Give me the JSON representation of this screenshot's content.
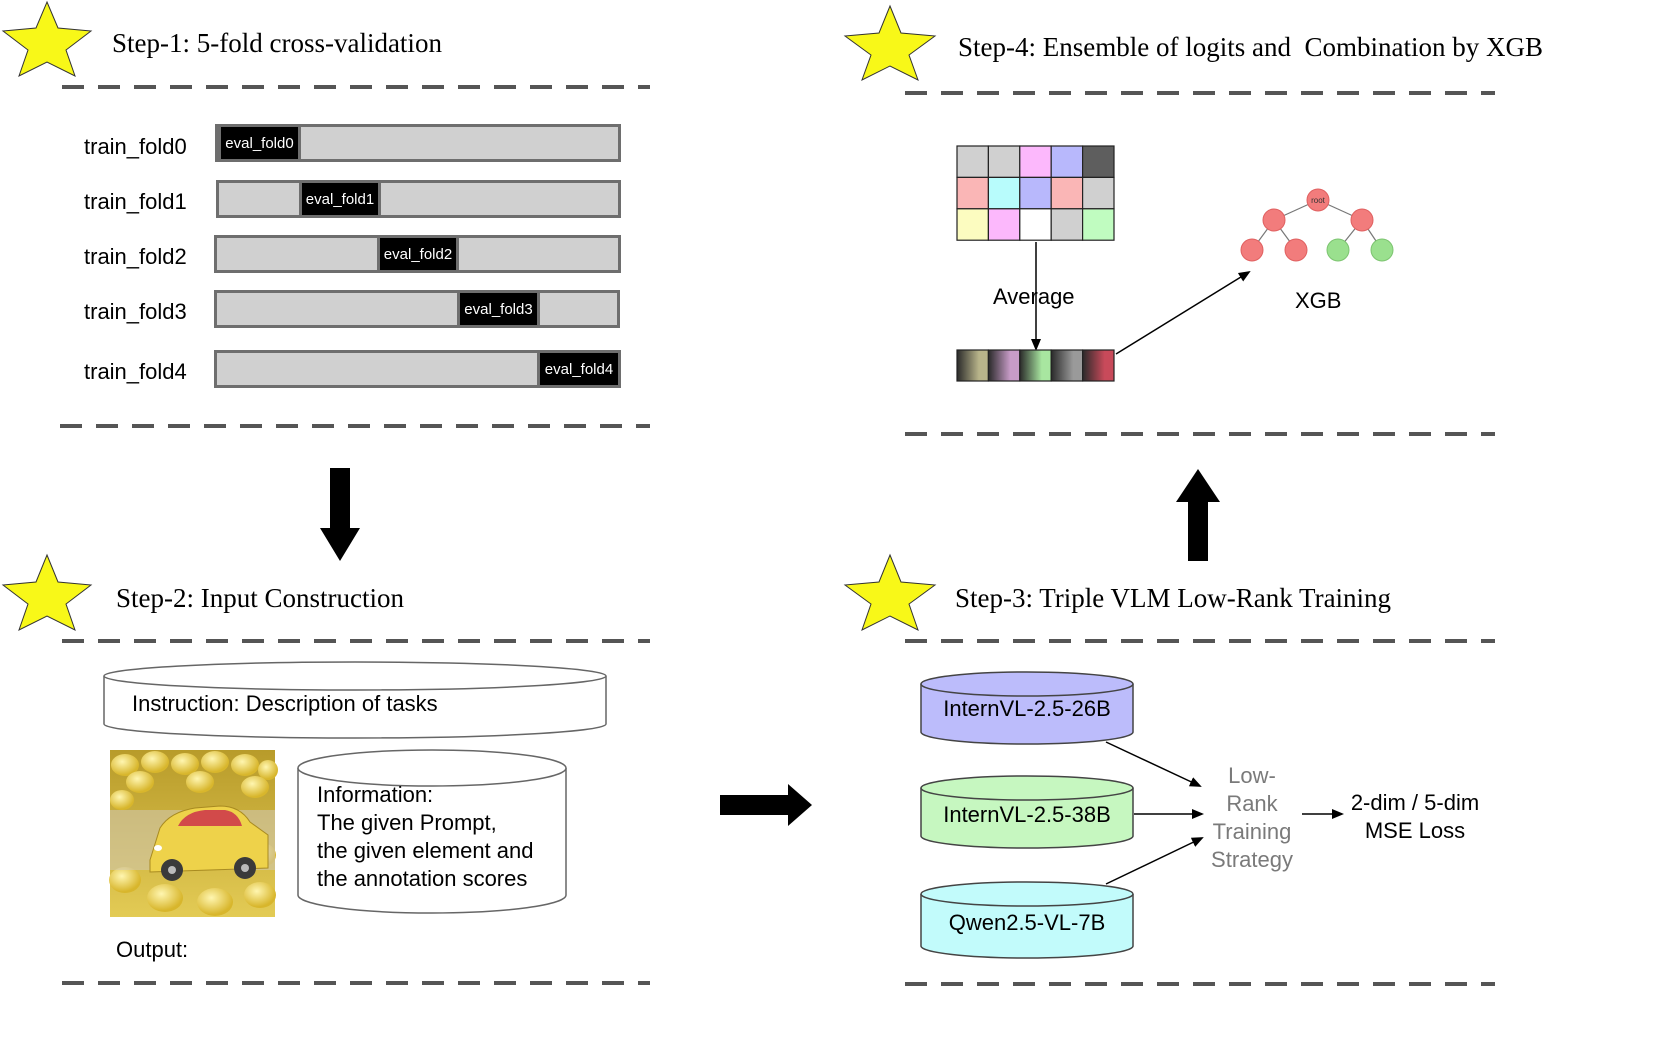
{
  "steps": {
    "step1": {
      "prefix": "Step-1:",
      "title": "5-fold cross-validation"
    },
    "step2": {
      "prefix": "Step-2:",
      "title": "Input Construction"
    },
    "step3": {
      "prefix": "Step-3:",
      "title": "Triple VLM Low-Rank Training"
    },
    "step4": {
      "prefix": "Step-4:",
      "title": "Ensemble of logits and  Combination by XGB"
    }
  },
  "folds": [
    {
      "train": "train_fold0",
      "eval": "eval_fold0"
    },
    {
      "train": "train_fold1",
      "eval": "eval_fold1"
    },
    {
      "train": "train_fold2",
      "eval": "eval_fold2"
    },
    {
      "train": "train_fold3",
      "eval": "eval_fold3"
    },
    {
      "train": "train_fold4",
      "eval": "eval_fold4"
    }
  ],
  "input": {
    "instruction": "Instruction: Description of tasks",
    "info_lines": [
      "Information:",
      "The given Prompt,",
      "the given element and",
      "the annotation scores"
    ],
    "output": "Output:"
  },
  "models": [
    {
      "name": "InternVL-2.5-26B",
      "color": "#bcbcfb"
    },
    {
      "name": "InternVL-2.5-38B",
      "color": "#c6f7c0"
    },
    {
      "name": "Qwen2.5-VL-7B",
      "color": "#c2fbfb"
    }
  ],
  "strategy_lines": [
    "Low-",
    "Rank",
    "Training",
    "Strategy"
  ],
  "loss_lines": [
    "2-dim / 5-dim",
    "MSE Loss"
  ],
  "ensemble": {
    "average_label": "Average",
    "xgb_label": "XGB",
    "root_label": "root",
    "grid_colors": [
      [
        "#d0d0d0",
        "#d0d0d0",
        "#fcb8fc",
        "#b8b8fc",
        "#5e5e5e"
      ],
      [
        "#fab6b6",
        "#b8fcfc",
        "#b8b8fc",
        "#fab6b6",
        "#d0d0d0"
      ],
      [
        "#fcfcc0",
        "#fcb8fc",
        "#ffffff",
        "#d0d0d0",
        "#c0fcc0"
      ]
    ],
    "avg_colors": [
      "#b8b48a",
      "#c89cc8",
      "#a8e6a0",
      "#9a9a9a",
      "#c84a5a"
    ]
  },
  "colors": {
    "star": "#f8f818",
    "dash": "#555555",
    "bar": "#d0d0d0",
    "bar_border": "#6e6e6e"
  }
}
